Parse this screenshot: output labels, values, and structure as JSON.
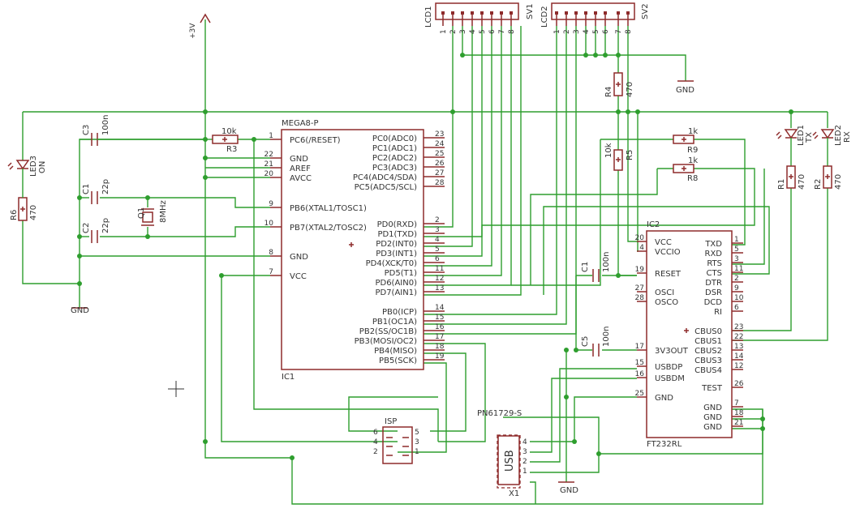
{
  "colors": {
    "wire": "#2e9e2e",
    "part": "#8e2b2b",
    "text": "#333333",
    "background": "#ffffff"
  },
  "supply": {
    "vcc": "+3V",
    "gnd": "GND"
  },
  "ic1": {
    "name": "IC1",
    "value": "MEGA8-P",
    "left_pins": [
      {
        "num": "1",
        "name": "PC6(/RESET)"
      },
      {
        "num": "22",
        "name": "GND"
      },
      {
        "num": "21",
        "name": "AREF"
      },
      {
        "num": "20",
        "name": "AVCC"
      },
      {
        "num": "9",
        "name": "PB6(XTAL1/TOSC1)"
      },
      {
        "num": "10",
        "name": "PB7(XTAL2/TOSC2)"
      },
      {
        "num": "8",
        "name": "GND"
      },
      {
        "num": "7",
        "name": "VCC"
      }
    ],
    "right_pins": [
      {
        "num": "23",
        "name": "PC0(ADC0)"
      },
      {
        "num": "24",
        "name": "PC1(ADC1)"
      },
      {
        "num": "25",
        "name": "PC2(ADC2)"
      },
      {
        "num": "26",
        "name": "PC3(ADC3)"
      },
      {
        "num": "27",
        "name": "PC4(ADC4/SDA)"
      },
      {
        "num": "28",
        "name": "PC5(ADC5/SCL)"
      },
      {
        "num": "2",
        "name": "PD0(RXD)"
      },
      {
        "num": "3",
        "name": "PD1(TXD)"
      },
      {
        "num": "4",
        "name": "PD2(INT0)"
      },
      {
        "num": "5",
        "name": "PD3(INT1)"
      },
      {
        "num": "6",
        "name": "PD4(XCK/T0)"
      },
      {
        "num": "11",
        "name": "PD5(T1)"
      },
      {
        "num": "12",
        "name": "PD6(AIN0)"
      },
      {
        "num": "13",
        "name": "PD7(AIN1)"
      },
      {
        "num": "14",
        "name": "PB0(ICP)"
      },
      {
        "num": "15",
        "name": "PB1(OC1A)"
      },
      {
        "num": "16",
        "name": "PB2(SS/OC1B)"
      },
      {
        "num": "17",
        "name": "PB3(MOSI/OC2)"
      },
      {
        "num": "18",
        "name": "PB4(MISO)"
      },
      {
        "num": "19",
        "name": "PB5(SCK)"
      }
    ]
  },
  "ic2": {
    "name": "IC2",
    "value": "FT232RL",
    "left_pins": [
      {
        "num": "20",
        "name": "VCC"
      },
      {
        "num": "4",
        "name": "VCCIO"
      },
      {
        "num": "19",
        "name": "RESET"
      },
      {
        "num": "27",
        "name": "OSCI"
      },
      {
        "num": "28",
        "name": "OSCO"
      },
      {
        "num": "17",
        "name": "3V3OUT"
      },
      {
        "num": "15",
        "name": "USBDP"
      },
      {
        "num": "16",
        "name": "USBDM"
      },
      {
        "num": "25",
        "name": "GND"
      }
    ],
    "right_pins": [
      {
        "num": "1",
        "name": "TXD"
      },
      {
        "num": "5",
        "name": "RXD"
      },
      {
        "num": "3",
        "name": "RTS"
      },
      {
        "num": "11",
        "name": "CTS"
      },
      {
        "num": "2",
        "name": "DTR"
      },
      {
        "num": "9",
        "name": "DSR"
      },
      {
        "num": "10",
        "name": "DCD"
      },
      {
        "num": "6",
        "name": "RI"
      },
      {
        "num": "23",
        "name": "CBUS0"
      },
      {
        "num": "22",
        "name": "CBUS1"
      },
      {
        "num": "13",
        "name": "CBUS2"
      },
      {
        "num": "14",
        "name": "CBUS3"
      },
      {
        "num": "12",
        "name": "CBUS4"
      },
      {
        "num": "26",
        "name": "TEST"
      },
      {
        "num": "7",
        "name": "GND"
      },
      {
        "num": "18",
        "name": "GND"
      },
      {
        "num": "21",
        "name": "GND"
      }
    ]
  },
  "sv1": {
    "name": "SV1",
    "bus": "LCD1",
    "pins": [
      "1",
      "2",
      "3",
      "4",
      "5",
      "6",
      "7",
      "8"
    ]
  },
  "sv2": {
    "name": "SV2",
    "bus": "LCD2",
    "pins": [
      "1",
      "2",
      "3",
      "4",
      "5",
      "6",
      "7",
      "8"
    ]
  },
  "isp": {
    "name": "ISP",
    "pins": [
      "1",
      "2",
      "3",
      "4",
      "5",
      "6"
    ]
  },
  "usb": {
    "name": "X1",
    "label": "USB",
    "value": "PN61729-S",
    "pins": [
      "1",
      "2",
      "3",
      "4"
    ]
  },
  "parts": {
    "r3": {
      "name": "R3",
      "value": "10k"
    },
    "r4": {
      "name": "R4",
      "value": "470"
    },
    "r5": {
      "name": "R5",
      "value": "10k"
    },
    "r9": {
      "name": "R9",
      "value": "1k"
    },
    "r8": {
      "name": "R8",
      "value": "1k"
    },
    "r1": {
      "name": "R1",
      "value": "470"
    },
    "r2": {
      "name": "R2",
      "value": "470"
    },
    "r6": {
      "name": "R6",
      "value": "470"
    },
    "c3": {
      "name": "C3",
      "value": "100n"
    },
    "c1a": {
      "name": "C1",
      "value": "22p"
    },
    "c2": {
      "name": "C2",
      "value": "22p"
    },
    "c1b": {
      "name": "C1",
      "value": "100n"
    },
    "c5": {
      "name": "C5",
      "value": "100n"
    },
    "q1": {
      "name": "Q1",
      "value": "8MHz"
    },
    "led1": {
      "name": "LED1",
      "value": "TX"
    },
    "led2": {
      "name": "LED2",
      "value": "RX"
    },
    "led3": {
      "name": "LED3",
      "value": "ON"
    }
  }
}
